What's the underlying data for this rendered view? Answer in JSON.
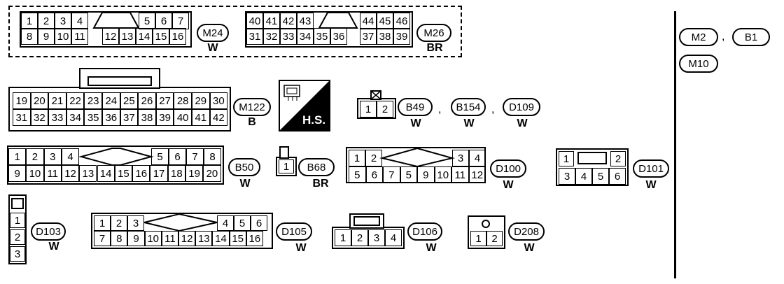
{
  "connectors": {
    "M24": {
      "id": "M24",
      "color": "W",
      "rows": [
        [
          "1",
          "2",
          "3",
          "4",
          "",
          "",
          "5",
          "6",
          "7"
        ],
        [
          "8",
          "9",
          "10",
          "11",
          "",
          "12",
          "13",
          "14",
          "15",
          "16"
        ]
      ]
    },
    "M26": {
      "id": "M26",
      "color": "BR",
      "rows": [
        [
          "40",
          "41",
          "42",
          "43",
          "",
          "",
          "44",
          "45",
          "46"
        ],
        [
          "31",
          "32",
          "33",
          "34",
          "35",
          "36",
          "",
          "37",
          "38",
          "39"
        ]
      ]
    },
    "M122": {
      "id": "M122",
      "color": "B",
      "rows": [
        [
          "19",
          "20",
          "21",
          "22",
          "23",
          "24",
          "25",
          "26",
          "27",
          "28",
          "29",
          "30"
        ],
        [
          "31",
          "32",
          "33",
          "34",
          "35",
          "36",
          "37",
          "38",
          "39",
          "40",
          "41",
          "42"
        ]
      ]
    },
    "B49": {
      "ids": [
        "B49",
        "B154",
        "D109"
      ],
      "colors": [
        "W",
        "W",
        "W"
      ],
      "pins": [
        "1",
        "2"
      ]
    },
    "B50": {
      "id": "B50",
      "color": "W",
      "rows": [
        [
          "1",
          "2",
          "3",
          "4",
          "5",
          "6",
          "7",
          "8"
        ],
        [
          "9",
          "10",
          "11",
          "12",
          "13",
          "14",
          "15",
          "16",
          "17",
          "18",
          "19",
          "20"
        ]
      ]
    },
    "B68": {
      "id": "B68",
      "color": "BR",
      "pins": [
        "1"
      ]
    },
    "D100": {
      "id": "D100",
      "color": "W",
      "rows": [
        [
          "1",
          "2",
          "3",
          "4"
        ],
        [
          "5",
          "6",
          "7",
          "5",
          "9",
          "10",
          "11",
          "12"
        ]
      ]
    },
    "D101": {
      "id": "D101",
      "color": "W",
      "rows": [
        [
          "1",
          "2"
        ],
        [
          "3",
          "4",
          "5",
          "6"
        ]
      ]
    },
    "D103": {
      "id": "D103",
      "color": "W",
      "pins": [
        "1",
        "2",
        "3"
      ]
    },
    "D105": {
      "id": "D105",
      "color": "W",
      "rows": [
        [
          "1",
          "2",
          "3",
          "4",
          "5",
          "6"
        ],
        [
          "7",
          "8",
          "9",
          "10",
          "11",
          "12",
          "13",
          "14",
          "15",
          "16"
        ]
      ]
    },
    "D106": {
      "id": "D106",
      "color": "W",
      "pins": [
        "1",
        "2",
        "3",
        "4"
      ]
    },
    "D208": {
      "id": "D208",
      "color": "W",
      "pins": [
        "1",
        "2"
      ]
    }
  },
  "hs_label": "H.S.",
  "right_panel": {
    "items": [
      "M2",
      "B1",
      "M10"
    ],
    "separator": ","
  },
  "separators": [
    ",",
    ",",
    ","
  ]
}
